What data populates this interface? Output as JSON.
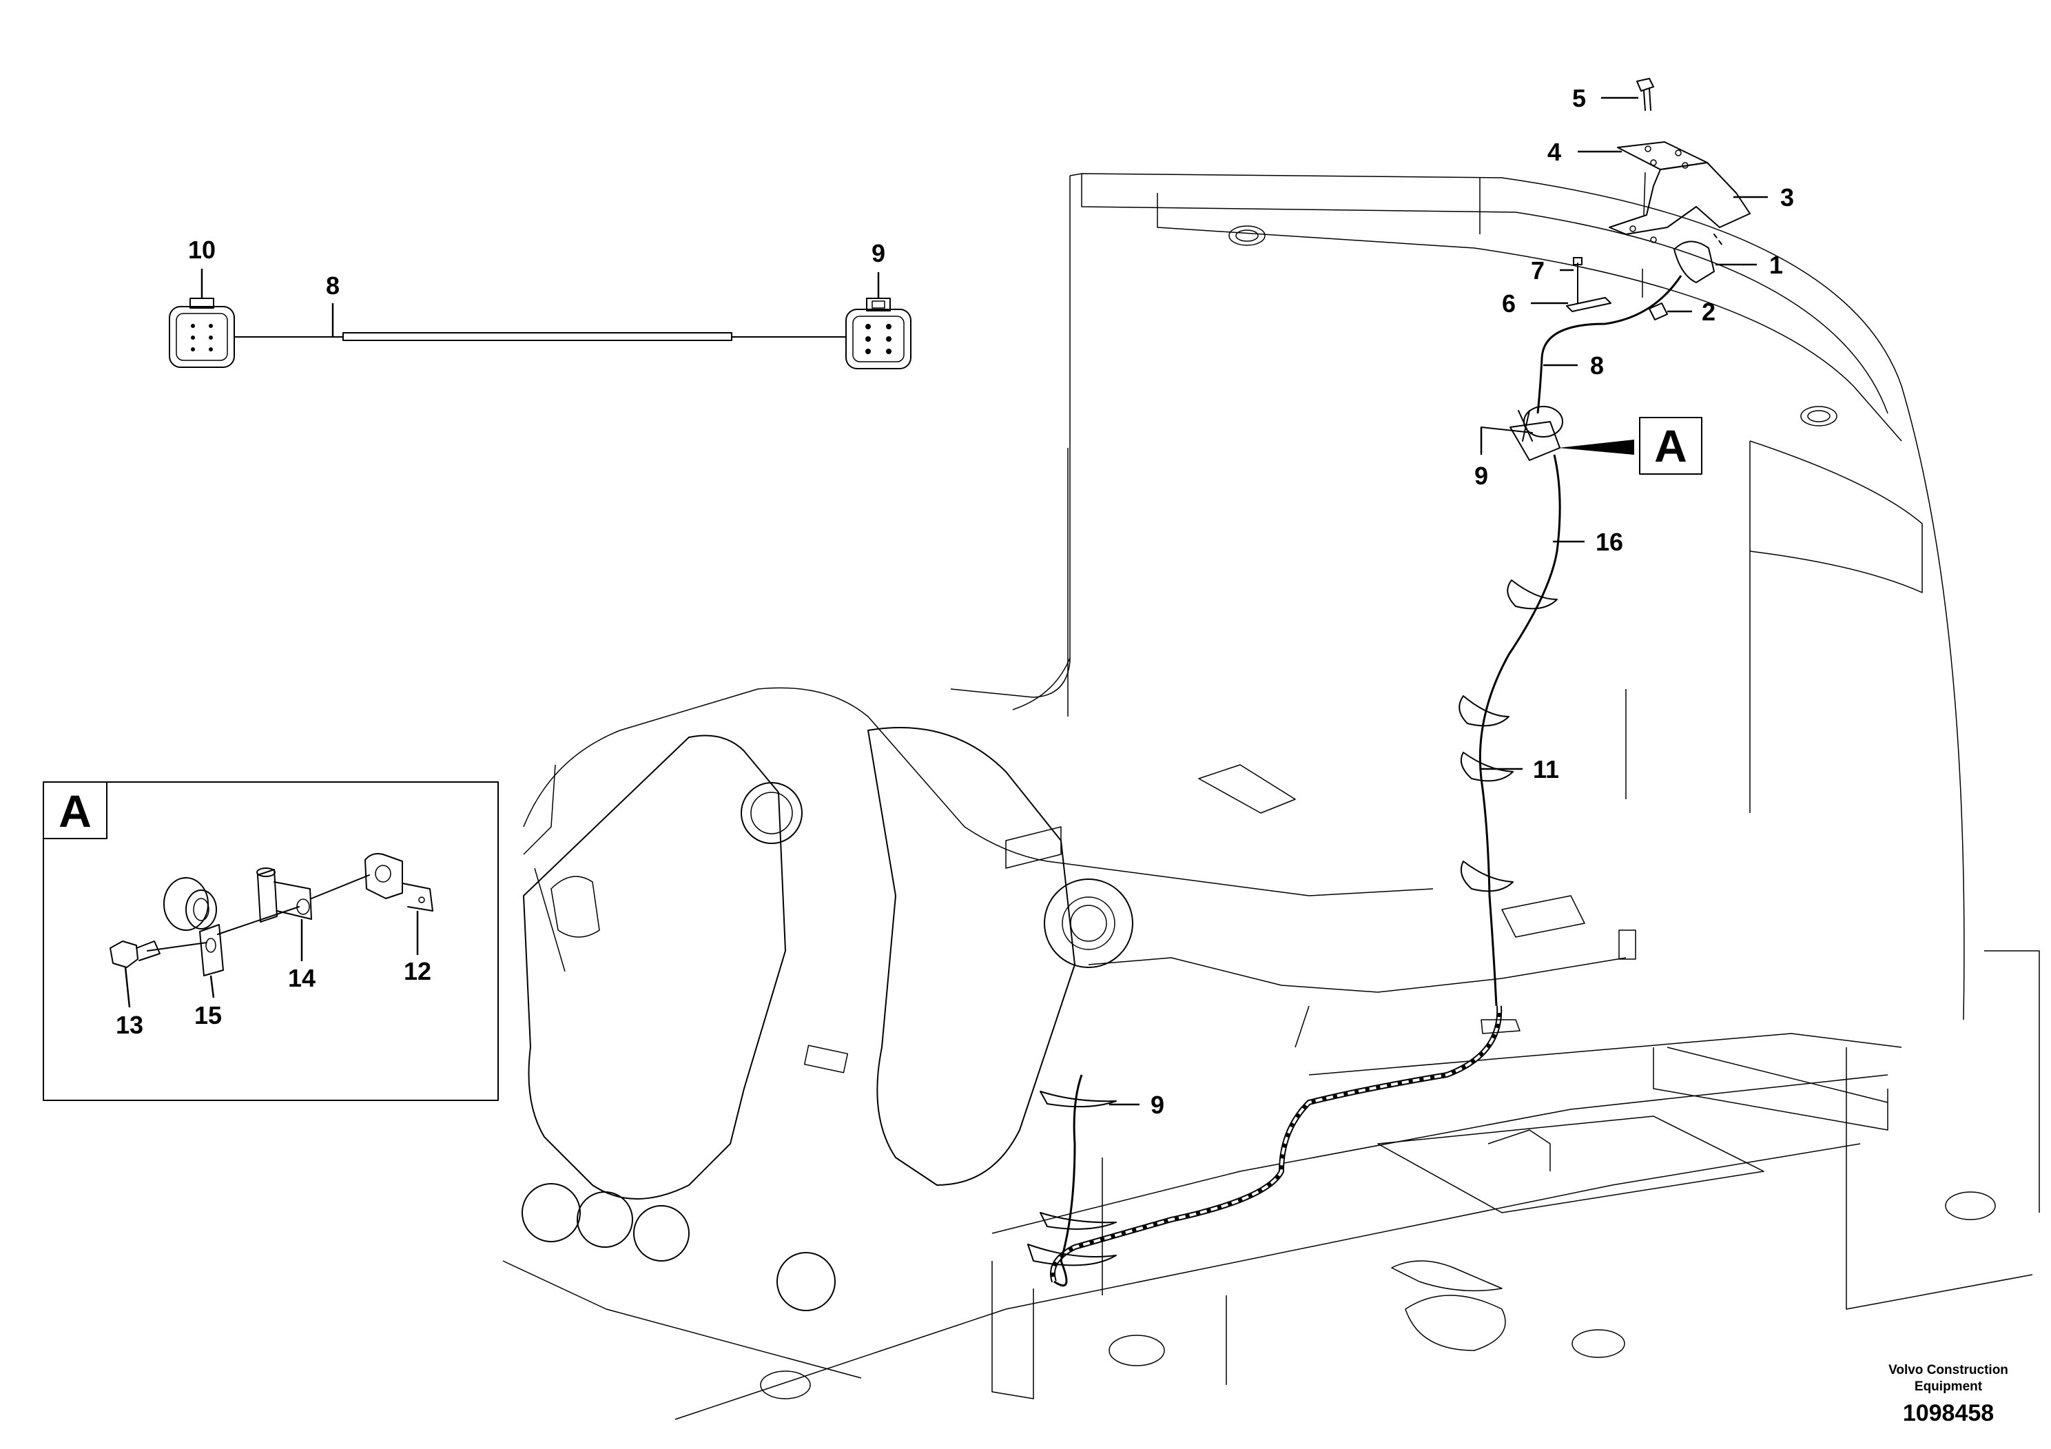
{
  "callouts": {
    "c1": "1",
    "c2": "2",
    "c3": "3",
    "c4": "4",
    "c5": "5",
    "c6": "6",
    "c7": "7",
    "c8_top": "8",
    "c8_main": "8",
    "c9_top": "9",
    "c9_main": "9",
    "c9_lower": "9",
    "c10": "10",
    "c11": "11",
    "c12": "12",
    "c13": "13",
    "c14": "14",
    "c15": "15",
    "c16": "16"
  },
  "detail": {
    "label": "A",
    "reference_label": "A"
  },
  "footer": {
    "company_line1": "Volvo Construction",
    "company_line2": "Equipment",
    "drawing_number": "1098458"
  }
}
